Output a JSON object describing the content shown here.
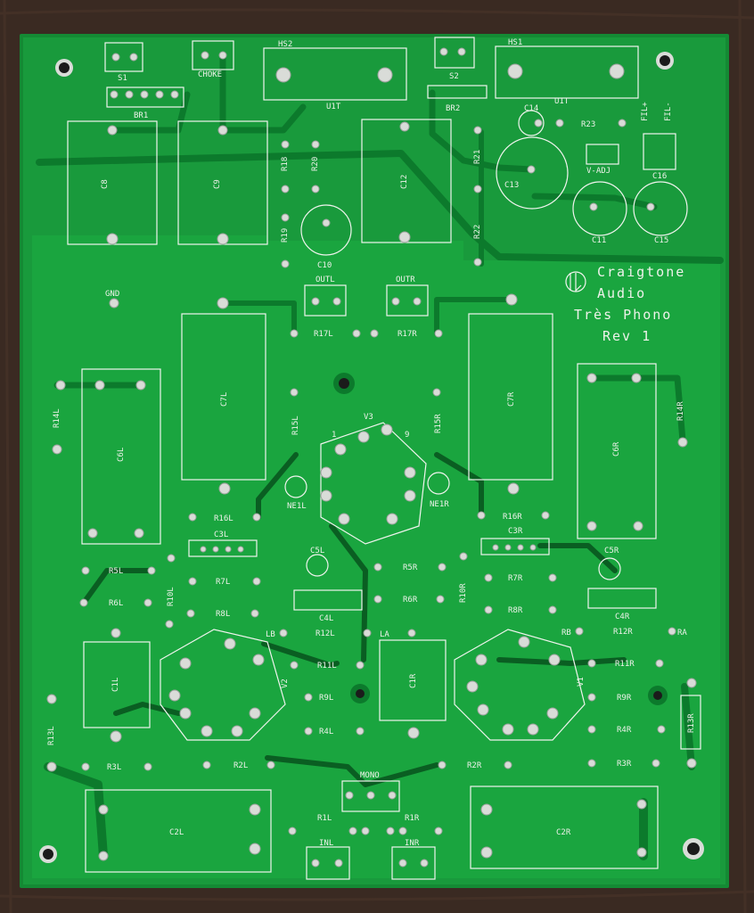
{
  "photo": {
    "subject": "pcb",
    "colors": {
      "background": "#3a2a22",
      "board": "#199a3c",
      "trace": "#0c7a2c",
      "silk": "#f0f4ee",
      "pad": "#d9dcd8"
    }
  },
  "branding": {
    "line1": "Craigtone",
    "line2": "Audio",
    "line3": "Très Phono",
    "line4": "Rev 1"
  },
  "components": {
    "s1": "S1",
    "choke": "CHOKE",
    "hs2": "HS2",
    "s2": "S2",
    "hs1": "HS1",
    "br1": "BR1",
    "br2": "BR2",
    "u1t_a": "U1T",
    "u1t_b": "U1T",
    "c14": "C14",
    "r23": "R23",
    "fil_plus": "FIL+",
    "fil_minus": "FIL-",
    "c8": "C8",
    "c9": "C9",
    "r18": "R18",
    "r20": "R20",
    "c12": "C12",
    "r21": "R21",
    "c13": "C13",
    "v_adj": "V-ADJ",
    "c16": "C16",
    "r19": "R19",
    "c10": "C10",
    "r22": "R22",
    "c11": "C11",
    "c15": "C15",
    "gnd": "GND",
    "outl": "OUTL",
    "outr": "OUTR",
    "r17l": "R17L",
    "r17r": "R17R",
    "c7l": "C7L",
    "c7r": "C7R",
    "r14l": "R14L",
    "c6l": "C6L",
    "r15l": "R15L",
    "v3": "V3",
    "r15r": "R15R",
    "c6r": "C6R",
    "r14r": "R14R",
    "pin1": "1",
    "pin9": "9",
    "ne1l": "NE1L",
    "ne1r": "NE1R",
    "r16l": "R16L",
    "r16r": "R16R",
    "c3l": "C3L",
    "c3r": "C3R",
    "c5l": "C5L",
    "c5r": "C5R",
    "r5l": "R5L",
    "r5r": "R5R",
    "r7l": "R7L",
    "r7r": "R7R",
    "r10l": "R10L",
    "r10r": "R10R",
    "r6l": "R6L",
    "r6r": "R6R",
    "r8l": "R8L",
    "r8r": "R8R",
    "c4l": "C4L",
    "c4r": "C4R",
    "lb": "LB",
    "la": "LA",
    "rb": "RB",
    "ra": "RA",
    "r12l": "R12L",
    "r12r": "R12R",
    "c1l": "C1L",
    "c1r": "C1R",
    "r11l": "R11L",
    "r11r": "R11R",
    "v2": "V2",
    "v1": "V1",
    "r9l": "R9L",
    "r9r": "R9R",
    "r13l": "R13L",
    "r13r": "R13R",
    "r4l": "R4L",
    "r4r": "R4R",
    "r3l": "R3L",
    "r3r": "R3R",
    "r2l": "R2L",
    "r2r": "R2R",
    "mono": "MONO",
    "r1l": "R1L",
    "r1r": "R1R",
    "c2l": "C2L",
    "c2r": "C2R",
    "inl": "INL",
    "inr": "INR"
  }
}
